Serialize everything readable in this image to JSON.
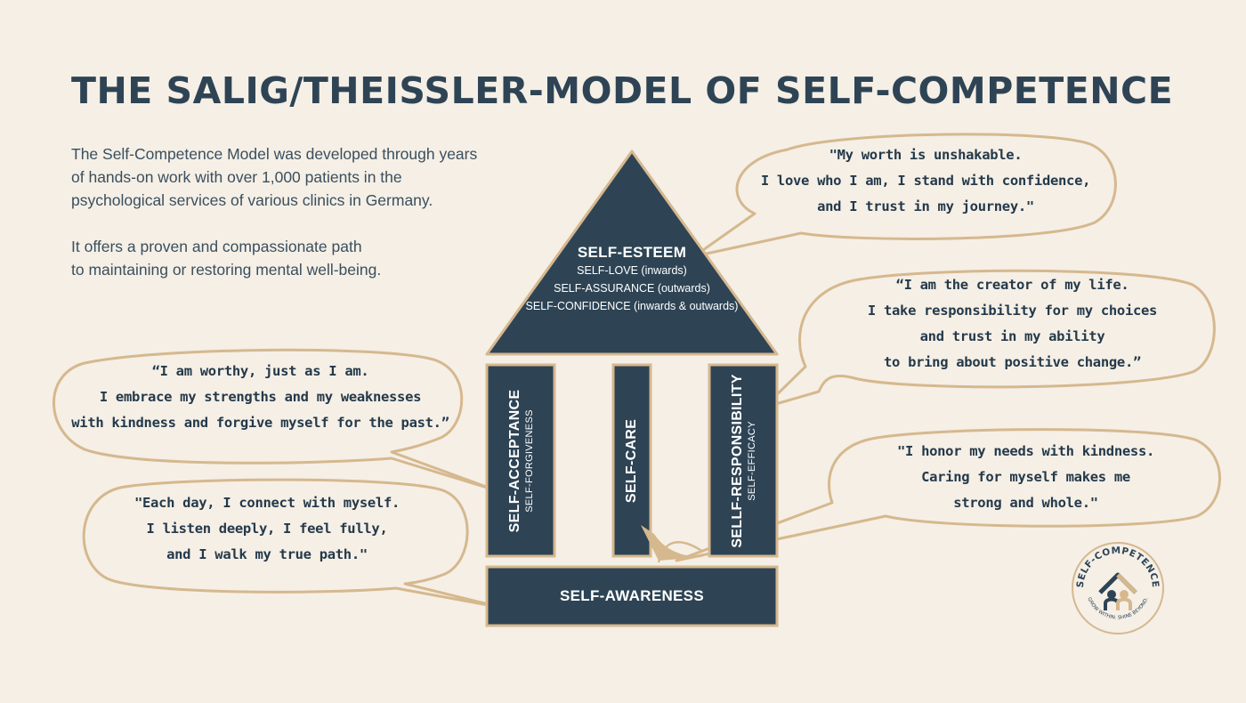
{
  "title": "THE SALIG/THEISSLER-MODEL OF SELF-COMPETENCE",
  "intro": {
    "paragraph1": "The Self-Competence Model was developed through years\nof hands-on work with over 1,000 patients in the\npsychological services of various clinics in Germany.",
    "paragraph2": "It offers a proven and compassionate path\nto maintaining or restoring mental well-being."
  },
  "house": {
    "roof": {
      "title": "SELF-ESTEEM",
      "lines": [
        "SELF-LOVE (inwards)",
        "SELF-ASSURANCE (outwards)",
        "SELF-CONFIDENCE (inwards & outwards)"
      ]
    },
    "pillars": [
      {
        "title": "SELF-ACCEPTANCE",
        "subtitle": "SELF-FORGIVENESS"
      },
      {
        "title": "SELF-CARE",
        "subtitle": ""
      },
      {
        "title": "SELLF-RESPONSIBILITY",
        "subtitle": "SELF-EFFICACY"
      }
    ],
    "foundation": {
      "title": "SELF-AWARENESS"
    }
  },
  "quotes": {
    "esteem": "\"My worth is unshakable.\nI love who I am, I stand with confidence,\nand I trust in my journey.\"",
    "responsibility": "“I am the creator of my life.\nI take responsibility for my choices\nand trust in my ability\nto bring about positive change.”",
    "acceptance": "“I am worthy, just as I am.\nI embrace my strengths and my weaknesses\nwith kindness and forgive myself for the past.”",
    "care": "\"I honor my needs with kindness.\nCaring for myself makes me\nstrong and whole.\"",
    "awareness": "\"Each day, I connect with myself.\nI listen deeply, I feel fully,\nand I walk my true path.\""
  },
  "logo": {
    "top_text": "SELF-COMPETENCE",
    "bottom_text": "GROW WITHIN. SHINE BEYOND."
  },
  "colors": {
    "background": "#f5efe6",
    "navy": "#2e4455",
    "tan": "#d6b88e"
  }
}
